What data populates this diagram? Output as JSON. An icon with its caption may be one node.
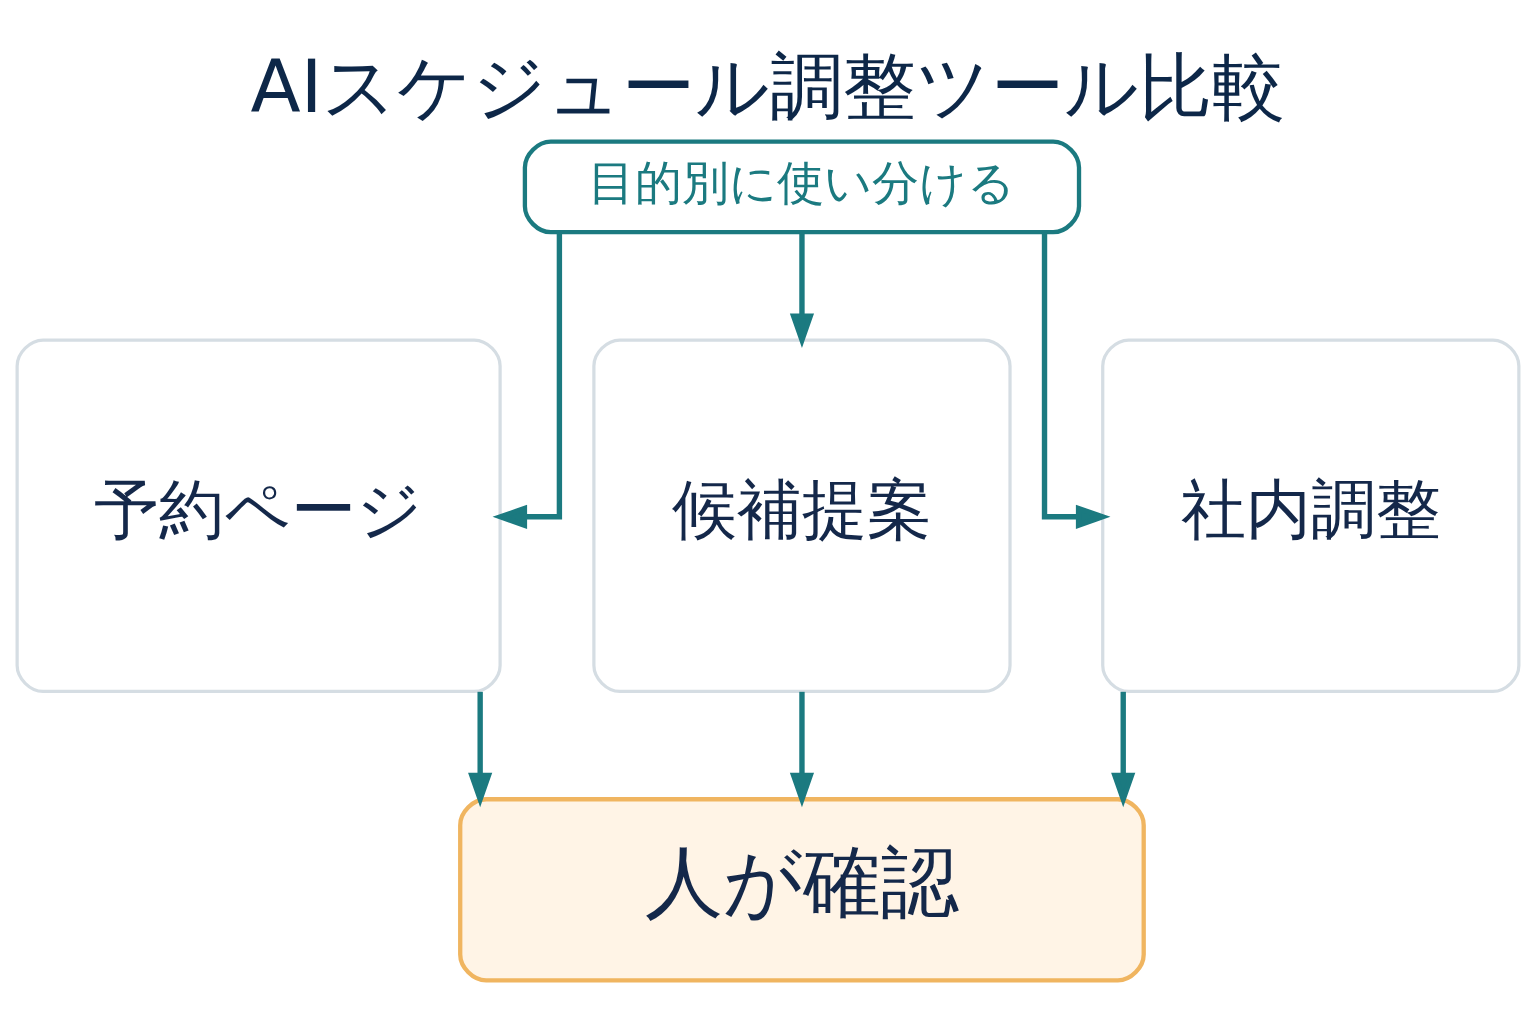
{
  "diagram": {
    "title": "AIスケジュール調整ツール比較",
    "nodes": [
      {
        "text": [
          "目的別に使い分ける"
        ]
      },
      {
        "text": [
          "予約ページ"
        ]
      },
      {
        "text": [
          "候補提案"
        ]
      },
      {
        "text": [
          "社内調整"
        ]
      },
      {
        "text": [
          "人が確認"
        ]
      }
    ],
    "edges": [
      {
        "from": 0,
        "to": 1,
        "arrow": "to"
      },
      {
        "from": 0,
        "to": 2,
        "arrow": "to"
      },
      {
        "from": 0,
        "to": 3,
        "arrow": "to"
      },
      {
        "from": 1,
        "to": 4,
        "arrow": "to"
      },
      {
        "from": 2,
        "to": 4,
        "arrow": "to"
      },
      {
        "from": 3,
        "to": 4,
        "arrow": "to"
      }
    ]
  }
}
